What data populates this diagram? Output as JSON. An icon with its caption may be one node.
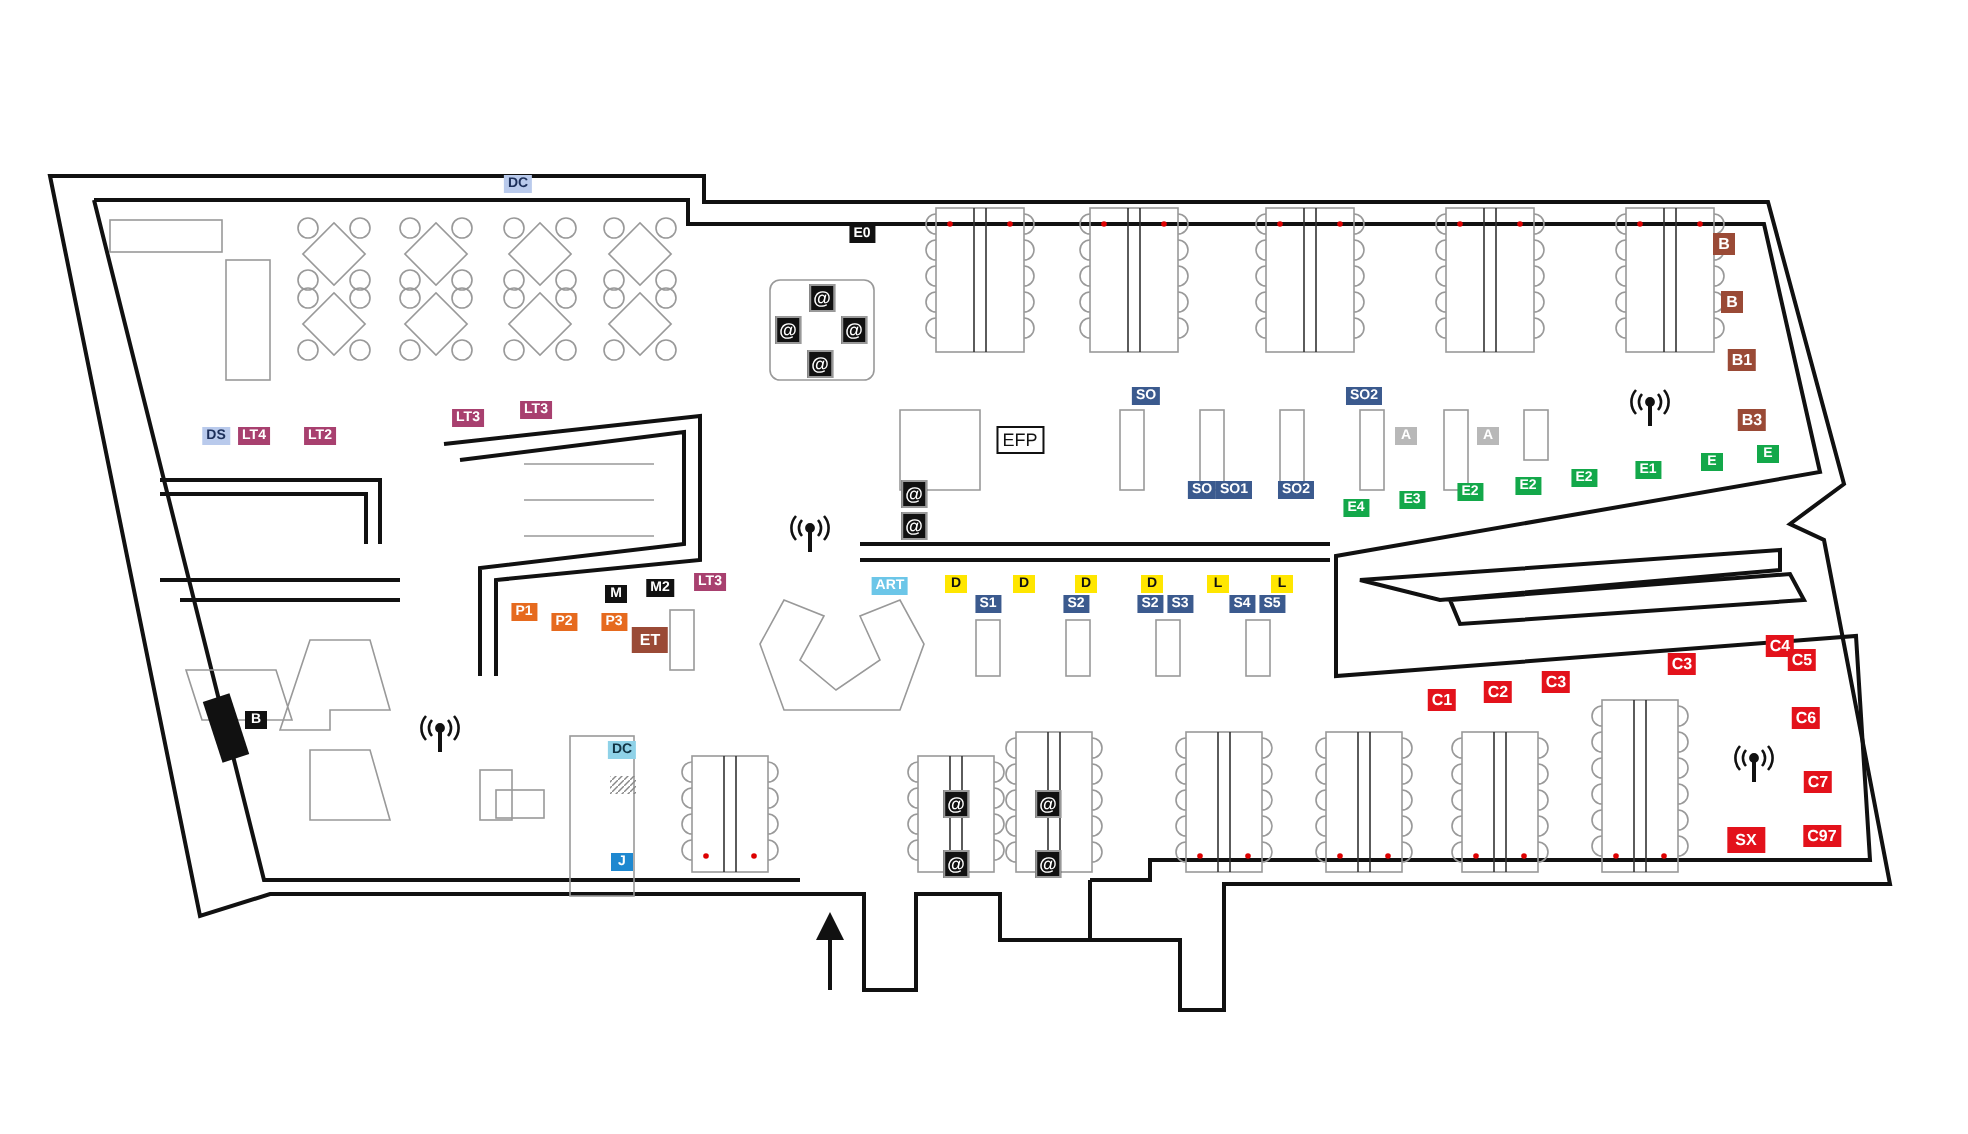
{
  "diagram": {
    "labels": [
      "DC",
      "E0",
      "B",
      "@",
      "B",
      "@",
      "@",
      "@",
      "B1",
      "DS",
      "LT4",
      "LT2",
      "LT3",
      "LT3",
      "EFP",
      "SO",
      "SO2",
      "A",
      "A",
      "B3",
      "@",
      "@",
      "SO",
      "SO1",
      "SO2",
      "E4",
      "E3",
      "E2",
      "E2",
      "E2",
      "E1",
      "E",
      "E",
      "M",
      "M2",
      "LT3",
      "ART",
      "D",
      "D",
      "D",
      "D",
      "L",
      "L",
      "P1",
      "P2",
      "P3",
      "ET",
      "S1",
      "S2",
      "S2",
      "S3",
      "S4",
      "S5",
      "B",
      "C1",
      "C2",
      "C3",
      "C3",
      "C4",
      "C5",
      "C6",
      "DC",
      "C7",
      "@",
      "@",
      "SX",
      "C97",
      "J",
      "@",
      "@"
    ]
  }
}
